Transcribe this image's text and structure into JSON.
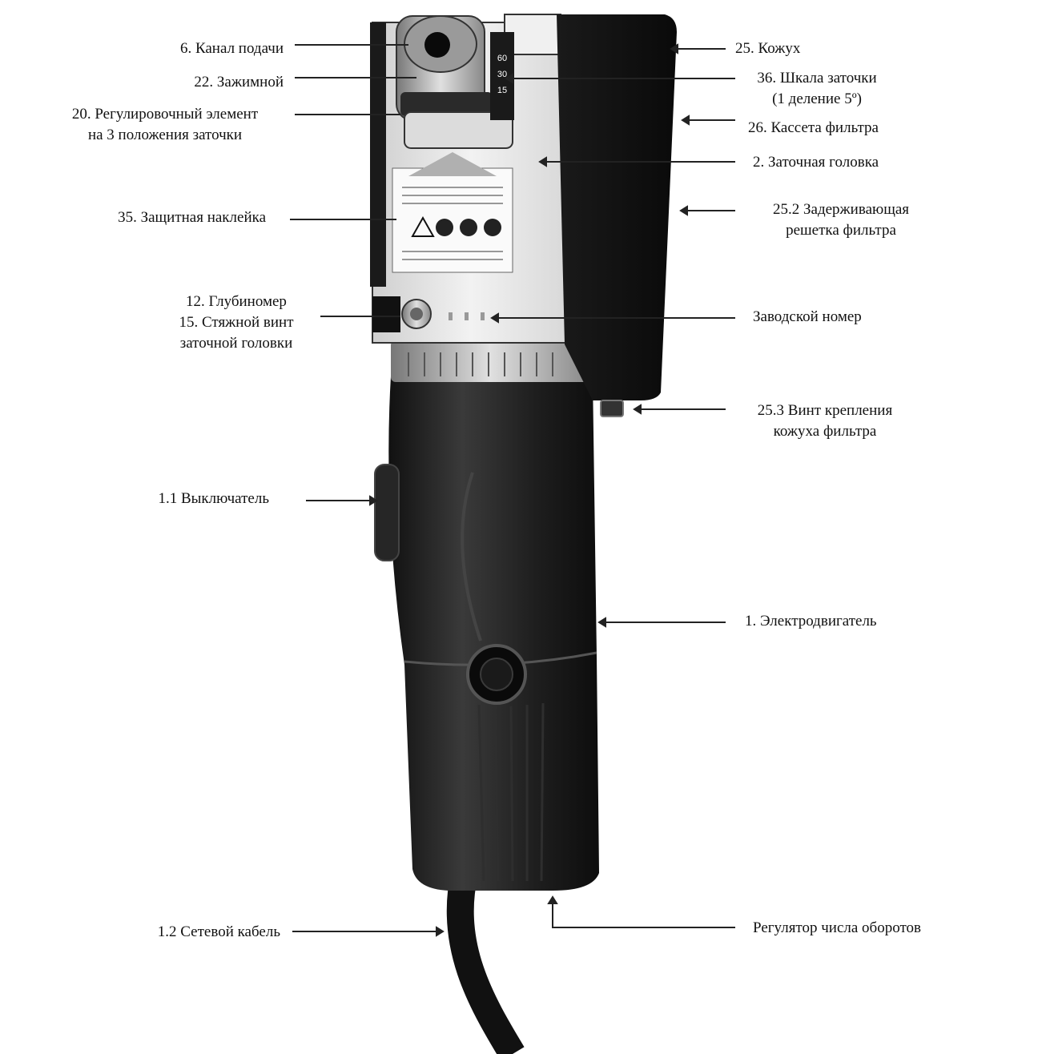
{
  "colors": {
    "body": "#1c1c1c",
    "body_highlight": "#3a3a3a",
    "head": "#e8e8e8",
    "metal": "#b8b8b8",
    "line": "#222222"
  },
  "labels": {
    "l6": "6.  Канал подачи",
    "l22": "22.  Зажимной",
    "l20a": "20.  Регулировочный элемент",
    "l20b": "на 3 положения заточки",
    "l35": "35.  Защитная наклейка",
    "l12": "12.  Глубиномер",
    "l15a": "15.  Стяжной винт",
    "l15b": "заточной головки",
    "l11": "1.1 Выключатель",
    "l12c": "1.2  Сетевой кабель",
    "l25": "25.  Кожух",
    "l36a": "36.  Шкала заточки",
    "l36b": "(1 деление 5º)",
    "l26": "26.  Кассета фильтра",
    "l2": "2.  Заточная головка",
    "l252a": "25.2   Задерживающая",
    "l252b": "решетка фильтра",
    "lserial": "Заводской номер",
    "l253a": "25.3   Винт крепления",
    "l253b": "кожуха фильтра",
    "l1": "1.  Электродвигатель",
    "lspeed": "Регулятор числа оборотов"
  },
  "scale_marks": [
    "60",
    "30",
    "15"
  ]
}
